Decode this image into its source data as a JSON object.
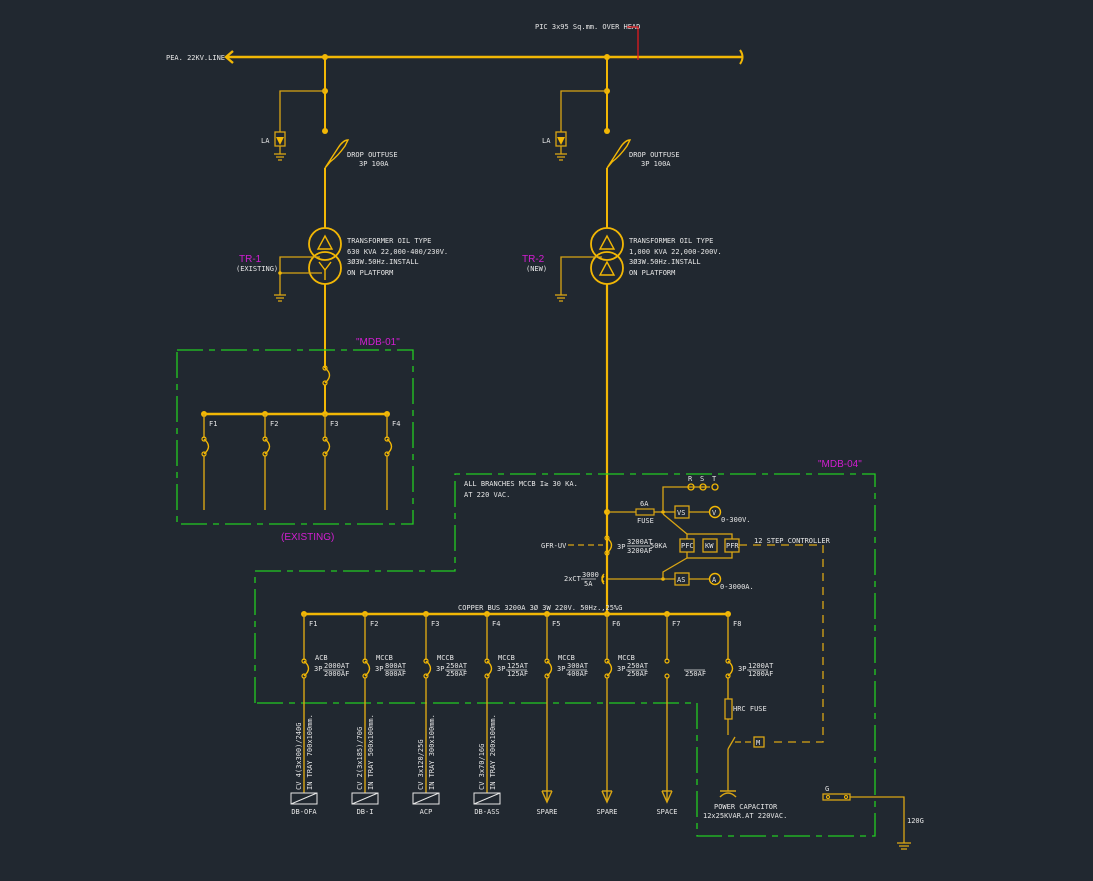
{
  "colors": {
    "background": "#212830",
    "conductor": "#f2b705",
    "panel_boundary": "#22cc22",
    "tag": "#d21ed2",
    "overhead_marker": "#e0191e",
    "text": "#e6e6e6"
  },
  "incoming": {
    "line_label": "PEA. 22KV.LINE",
    "overhead_label": "PIC 3x95 Sq.mm. OVER HEAD"
  },
  "tr1": {
    "la_label": "LA",
    "fuse_line1": "DROP OUTFUSE",
    "fuse_line2": "3P 100A",
    "tag": "TR-1",
    "status": "(EXISTING)",
    "spec_line1": "TRANSFORMER OIL TYPE",
    "spec_line2": "630 KVA 22,000-400/230V.",
    "spec_line3": "3Ø3W.50Hz.INSTALL",
    "spec_line4": "ON PLATFORM",
    "secondary_symbol": "Y",
    "primary_symbol": "Δ"
  },
  "tr2": {
    "la_label": "LA",
    "fuse_line1": "DROP OUTFUSE",
    "fuse_line2": "3P 100A",
    "tag": "TR-2",
    "status": "(NEW)",
    "spec_line1": "TRANSFORMER OIL TYPE",
    "spec_line2": "1,000 KVA 22,000-200V.",
    "spec_line3": "3Ø3W.50Hz.INSTALL",
    "spec_line4": "ON PLATFORM",
    "secondary_symbol": "Δ",
    "primary_symbol": "Δ"
  },
  "mdb01": {
    "tag": "\"MDB-01\"",
    "status": "(EXISTING)",
    "feeders": [
      "F1",
      "F2",
      "F3",
      "F4"
    ]
  },
  "mdb04": {
    "tag": "\"MDB-04\"",
    "note_line1": "ALL BRANCHES MCCB I≥ 30 KA.",
    "note_line2": "AT 220 VAC.",
    "phases": [
      "R",
      "S",
      "T"
    ],
    "fuse_rating": "6A",
    "fuse_label": "FUSE",
    "vs_label": "VS",
    "voltmeter": "V",
    "voltmeter_range": "0-300V.",
    "controllers": [
      "PFC",
      "KW",
      "PFR"
    ],
    "controller_label": "12 STEP CONTROLLER",
    "gfr_label": "GFR-UV",
    "main_breaker_prefix": "3P",
    "main_breaker_at": "3200AT",
    "main_breaker_af": "3200AF",
    "main_breaker_ka": "50KA",
    "ct_label": "2xCT",
    "ct_ratio_top": "3000",
    "ct_ratio_bottom": "5A",
    "as_label": "AS",
    "ammeter": "A",
    "ammeter_range": "0-3000A.",
    "bus_label": "COPPER BUS 3200A 3Ø 3W 220V. 50Hz.,25%G",
    "feeders": [
      {
        "id": "F1",
        "type": "ACB",
        "poles": "3P",
        "at": "2000AT",
        "af": "2000AF",
        "cable": "CV 4(3x300)/240G",
        "route": "IN TRAY 700x100mm.",
        "load": "DB-OFA"
      },
      {
        "id": "F2",
        "type": "MCCB",
        "poles": "3P",
        "at": "800AT",
        "af": "800AF",
        "cable": "CV 2(3x185)/70G",
        "route": "IN TRAY 500x100mm.",
        "load": "DB-I"
      },
      {
        "id": "F3",
        "type": "MCCB",
        "poles": "3P",
        "at": "250AT",
        "af": "250AF",
        "cable": "CV 3x120/25G",
        "route": "IN TRAY 300x100mm.",
        "load": "ACP"
      },
      {
        "id": "F4",
        "type": "MCCB",
        "poles": "3P",
        "at": "125AT",
        "af": "125AF",
        "cable": "CV 3x70/16G",
        "route": "IN TRAY 200x100mm.",
        "load": "DB-ASS"
      },
      {
        "id": "F5",
        "type": "MCCB",
        "poles": "3P",
        "at": "300AT",
        "af": "400AF",
        "cable": "",
        "route": "",
        "load": "SPARE"
      },
      {
        "id": "F6",
        "type": "MCCB",
        "poles": "3P",
        "at": "250AT",
        "af": "250AF",
        "cable": "",
        "route": "",
        "load": "SPARE"
      },
      {
        "id": "F7",
        "type": "",
        "poles": "",
        "at": "",
        "af": "250AF",
        "cable": "",
        "route": "",
        "load": "SPACE"
      },
      {
        "id": "F8",
        "type": "",
        "poles": "3P",
        "at": "1200AT",
        "af": "1200AF",
        "cable": "",
        "route": "",
        "load": ""
      }
    ],
    "hrc_fuse_label": "HRC FUSE",
    "contactor_label": "M",
    "capacitor_line1": "POWER CAPACITOR",
    "capacitor_line2": "12x25KVAR.AT 220VAC.",
    "ground_bar_label": "G",
    "ground_cable": "120G"
  }
}
